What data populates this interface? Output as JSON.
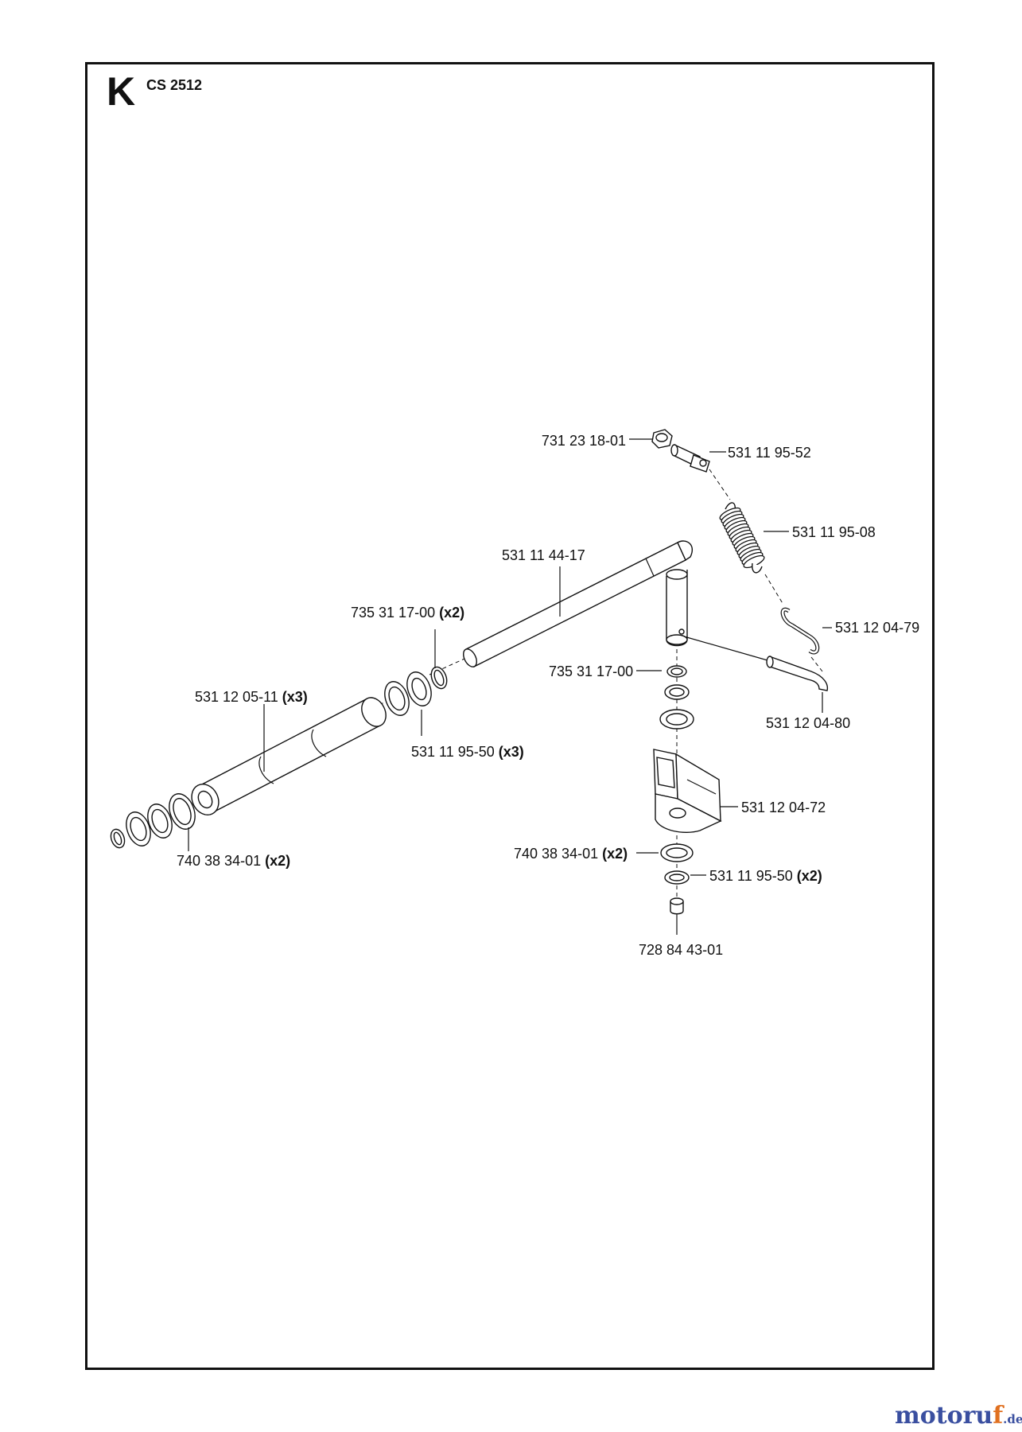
{
  "header": {
    "section_letter": "K",
    "model": "CS 2512"
  },
  "labels": [
    {
      "id": "nut-top",
      "part": "731 23 18-01",
      "qty": ""
    },
    {
      "id": "eyebolt",
      "part": "531 11 95-52",
      "qty": ""
    },
    {
      "id": "spring",
      "part": "531 11 95-08",
      "qty": ""
    },
    {
      "id": "lift-shaft",
      "part": "531 11 44-17",
      "qty": ""
    },
    {
      "id": "snap-ring-left",
      "part": "735 31 17-00",
      "qty": "(x2)"
    },
    {
      "id": "s-hook",
      "part": "531 12 04-79",
      "qty": ""
    },
    {
      "id": "snap-ring-right",
      "part": "735 31 17-00",
      "qty": ""
    },
    {
      "id": "roller",
      "part": "531 12 05-11",
      "qty": "(x3)"
    },
    {
      "id": "rod",
      "part": "531 12 04-80",
      "qty": ""
    },
    {
      "id": "washer-left",
      "part": "531 11 95-50",
      "qty": "(x3)"
    },
    {
      "id": "bracket",
      "part": "531 12 04-72",
      "qty": ""
    },
    {
      "id": "bearing-left",
      "part": "740 38 34-01",
      "qty": "(x2)"
    },
    {
      "id": "bearing-right",
      "part": "740 38 34-01",
      "qty": "(x2)"
    },
    {
      "id": "washer-right",
      "part": "531 11 95-50",
      "qty": "(x2)"
    },
    {
      "id": "bushing",
      "part": "728 84 43-01",
      "qty": ""
    }
  ],
  "watermark": {
    "main": "motoru",
    "accent": "f",
    "tld": ".de"
  }
}
